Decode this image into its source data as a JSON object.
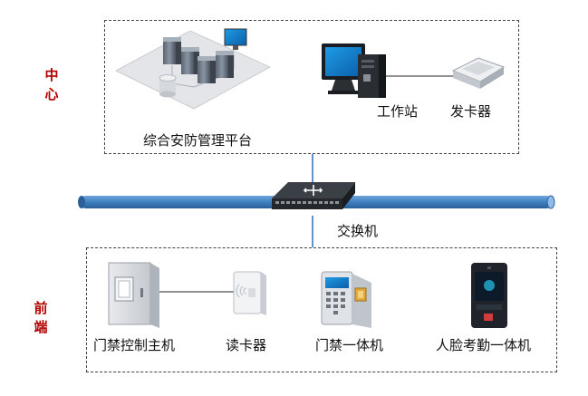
{
  "zones": {
    "center": {
      "label_line1": "中",
      "label_line2": "心"
    },
    "frontend": {
      "label_line1": "前",
      "label_line2": "端"
    }
  },
  "center_devices": {
    "platform": "综合安防管理平台",
    "workstation": "工作站",
    "card_issuer": "发卡器"
  },
  "network": {
    "switch": "交换机"
  },
  "front_devices": {
    "access_controller": "门禁控制主机",
    "card_reader": "读卡器",
    "access_terminal": "门禁一体机",
    "face_terminal": "人脸考勤一体机"
  },
  "colors": {
    "zone_label": "#b10000",
    "network_bus": "#3f7fc0",
    "connector": "#2e6db5",
    "dashed_border": "#444444"
  }
}
